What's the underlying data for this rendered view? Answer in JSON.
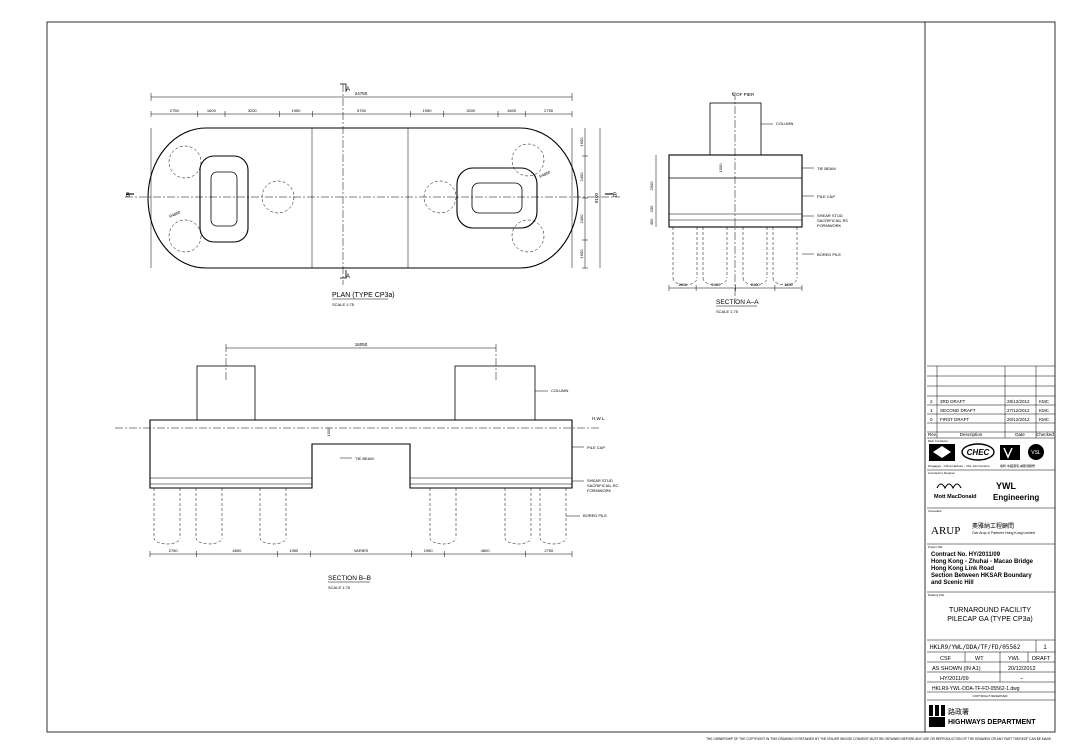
{
  "plan": {
    "overall_dim": "24750",
    "segments": [
      "2750",
      "1600",
      "3200",
      "1950",
      "5750",
      "1950",
      "3200",
      "1600",
      "2750"
    ],
    "side_dims": [
      "1600",
      "2400",
      "2400",
      "1600"
    ],
    "overall_height": "8100",
    "radius_label": "R4850",
    "section_marks": [
      "A",
      "A",
      "B",
      "B"
    ],
    "title": "PLAN (TYPE CP3a)",
    "scale": "SCALE 1:75"
  },
  "section_aa": {
    "pier_label": "℄ OF PIER",
    "labels": [
      "COLUMN",
      "TIE BEAM",
      "PILE CAP",
      "SHEAR STUD",
      "SACRIFICIAL RC",
      "FORMWORK",
      "BORED PILE"
    ],
    "vert_dims": [
      "2000",
      "200",
      "450"
    ],
    "tie_dim": "1500",
    "bottom_dims": [
      "1650",
      "2400",
      "2400",
      "1650"
    ],
    "title": "SECTION A–A",
    "scale": "SCALE 1:75"
  },
  "section_bb": {
    "top_dim": "16050",
    "labels": [
      "COLUMN",
      "H.W.L.",
      "PILE CAP",
      "TIE BEAM",
      "SHEAR STUD",
      "SACRIFICIAL RC",
      "FORMWORK",
      "BORED PILE"
    ],
    "tie_dim": "1500",
    "bottom_dims": [
      "2750",
      "4800",
      "1950",
      "VARIES",
      "1950",
      "4800",
      "2750"
    ],
    "title": "SECTION B–B",
    "scale": "SCALE 1:75"
  },
  "title_block": {
    "revisions": [
      {
        "rev": "2",
        "desc": "3RD DRAFT",
        "date": "28/12/2012",
        "chk": "KMC"
      },
      {
        "rev": "1",
        "desc": "SECOND DRAFT",
        "date": "27/12/2012",
        "chk": "KMC"
      },
      {
        "rev": "0",
        "desc": "FIRST DRAFT",
        "date": "20/12/2012",
        "chk": "KMC"
      }
    ],
    "rev_header": {
      "rev": "Rev.",
      "desc": "Description",
      "date": "Date",
      "chk": "Checked"
    },
    "contractor_caption": "Main Contractor",
    "contractor_names": "Dragages - China Harbour - VSL Joint Venture",
    "contractor_cn": "地利·中國港灣·威斯領聯營",
    "chec": "CHEC",
    "vsl": "VSL",
    "designer_caption": "Contractor's Designer",
    "mott": "Mott MacDonald",
    "ywl": "YWL",
    "ywl_eng": "Engineering",
    "consultant_caption": "Consultant",
    "arup": "ARUP",
    "arup_cn": "奧雅納工程顧問",
    "arup_full": "Ove Arup & Partners Hong Kong Limited",
    "project_caption": "Project Title",
    "project": [
      "Contract No. HY/2011/09",
      "Hong Kong - Zhuhai - Macao Bridge",
      "Hong Kong Link Road",
      "Section Between HKSAR Boundary",
      "and Scenic Hill"
    ],
    "drawing_caption": "Drawing Title",
    "drawing_title": [
      "TURNAROUND FACILITY",
      "PILECAP GA (TYPE CP3a)"
    ],
    "drawing_no": "HKLR9/YWL/DDA/TF/FD/05562",
    "rev_no": "1",
    "drawn": "CSF",
    "checked": "WT",
    "approved": "YWL",
    "status": "DRAFT",
    "scale": "AS SHOWN (IN A1)",
    "date": "20/12/2012",
    "contract": "HY/2011/09",
    "dash": "–",
    "file": "HKLR9-YWL-DDA-TF-FD-05562-1.dwg",
    "copyright": "COPYRIGHT RESERVED",
    "hyd_cn": "路政署",
    "hyd": "HIGHWAYS DEPARTMENT"
  },
  "footer": "THE OWNERSHIP OF THE COPYRIGHT IN THIS DRAWING IS RETAINED BY THE ISSUER WHOSE CONSENT MUST BE OBTAINED BEFORE ANY USE OR REPRODUCTION OF THE DRAWING OR ANY PART THEREOF CAN BE MADE."
}
